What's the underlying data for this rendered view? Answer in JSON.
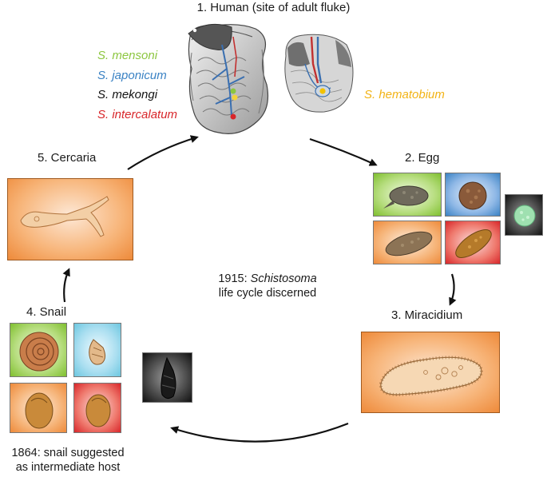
{
  "title": "1. Human (site of adult fluke)",
  "species": [
    {
      "name": "S. mensoni",
      "color": "#8cc63f"
    },
    {
      "name": "S. japonicum",
      "color": "#3a82c4"
    },
    {
      "name": "S. mekongi",
      "color": "#111111"
    },
    {
      "name": "S. intercalatum",
      "color": "#d8262a"
    },
    {
      "name": "S. hematobium",
      "color": "#f2b315"
    }
  ],
  "stages": {
    "egg": "2. Egg",
    "miracidium": "3. Miracidium",
    "snail": "4. Snail",
    "cercaria": "5. Cercaria"
  },
  "center_note": {
    "year": "1915:",
    "genus": "Schistosoma",
    "rest": "life cycle discerned"
  },
  "snail_note": {
    "line1": "1864: snail suggested",
    "line2": "as intermediate host"
  },
  "colors": {
    "green": "#8cc63f",
    "blue": "#3a82c4",
    "orange": "#f29a4a",
    "red": "#d8262a",
    "cyan": "#6cc7e0",
    "black": "#1a1a1a"
  }
}
